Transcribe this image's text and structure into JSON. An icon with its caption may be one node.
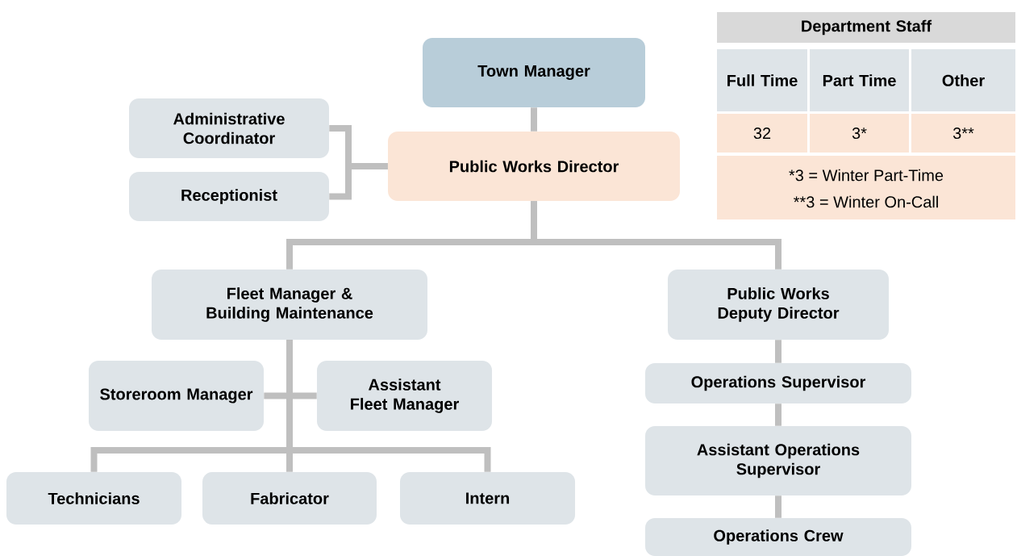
{
  "diagram": {
    "nodes": [
      {
        "text": [
          "Town Manager"
        ]
      },
      {
        "text": [
          "Administrative Coordinator"
        ]
      },
      {
        "text": [
          "Receptionist"
        ]
      },
      {
        "text": [
          "Public Works Director"
        ]
      },
      {
        "text": [
          "Fleet Manager & Building Maintenance"
        ]
      },
      {
        "text": [
          "Public Works Deputy Director"
        ]
      },
      {
        "text": [
          "Storeroom Manager"
        ]
      },
      {
        "text": [
          "Assistant Fleet Manager"
        ]
      },
      {
        "text": [
          "Technicians"
        ]
      },
      {
        "text": [
          "Fabricator"
        ]
      },
      {
        "text": [
          "Intern"
        ]
      },
      {
        "text": [
          "Operations Supervisor"
        ]
      },
      {
        "text": [
          "Assistant Operations Supervisor"
        ]
      },
      {
        "text": [
          "Operations Crew"
        ]
      }
    ],
    "edges": [
      {
        "from": 0,
        "to": 3,
        "arrow": "none"
      },
      {
        "from": 3,
        "to": 1,
        "arrow": "none"
      },
      {
        "from": 3,
        "to": 2,
        "arrow": "none"
      },
      {
        "from": 3,
        "to": 4,
        "arrow": "none"
      },
      {
        "from": 3,
        "to": 5,
        "arrow": "none"
      },
      {
        "from": 4,
        "to": 6,
        "arrow": "none"
      },
      {
        "from": 4,
        "to": 7,
        "arrow": "none"
      },
      {
        "from": 4,
        "to": 8,
        "arrow": "none"
      },
      {
        "from": 4,
        "to": 9,
        "arrow": "none"
      },
      {
        "from": 4,
        "to": 10,
        "arrow": "none"
      },
      {
        "from": 5,
        "to": 11,
        "arrow": "none"
      },
      {
        "from": 11,
        "to": 12,
        "arrow": "none"
      },
      {
        "from": 12,
        "to": 13,
        "arrow": "none"
      }
    ],
    "labels": [
      "Department Staff",
      "Full Time",
      "Part Time",
      "Other",
      "32",
      "3*",
      "3**",
      "*3 = Winter Part-Time",
      "**3 = Winter On-Call"
    ]
  }
}
